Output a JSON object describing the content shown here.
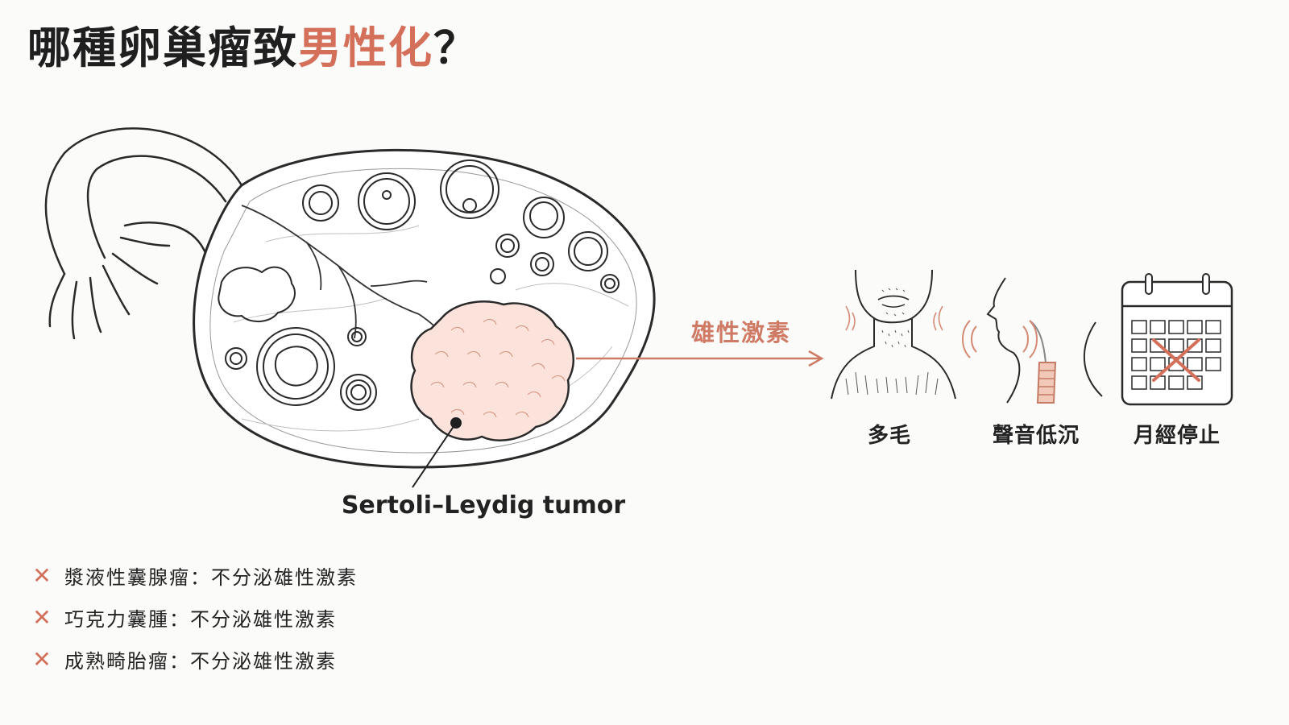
{
  "title": {
    "prefix": "哪種卵巢瘤致",
    "highlight": "男性化",
    "suffix": "？"
  },
  "tumor_label": "Sertoli–Leydig tumor",
  "hormone_label": "雄性激素",
  "symptoms": [
    {
      "label": "多毛",
      "icon": "hirsutism-face-icon"
    },
    {
      "label": "聲音低沉",
      "icon": "deep-voice-icon"
    },
    {
      "label": "月經停止",
      "icon": "calendar-cancel-icon"
    }
  ],
  "notes": [
    {
      "mark": "✕",
      "text": "漿液性囊腺瘤：不分泌雄性激素"
    },
    {
      "mark": "✕",
      "text": "巧克力囊腫：不分泌雄性激素"
    },
    {
      "mark": "✕",
      "text": "成熟畸胎瘤：不分泌雄性激素"
    }
  ],
  "colors": {
    "accent": "#d4705a",
    "arrow": "#cf7a64",
    "tumor_fill": "#fbe3dc",
    "line": "#2a2a2a"
  }
}
